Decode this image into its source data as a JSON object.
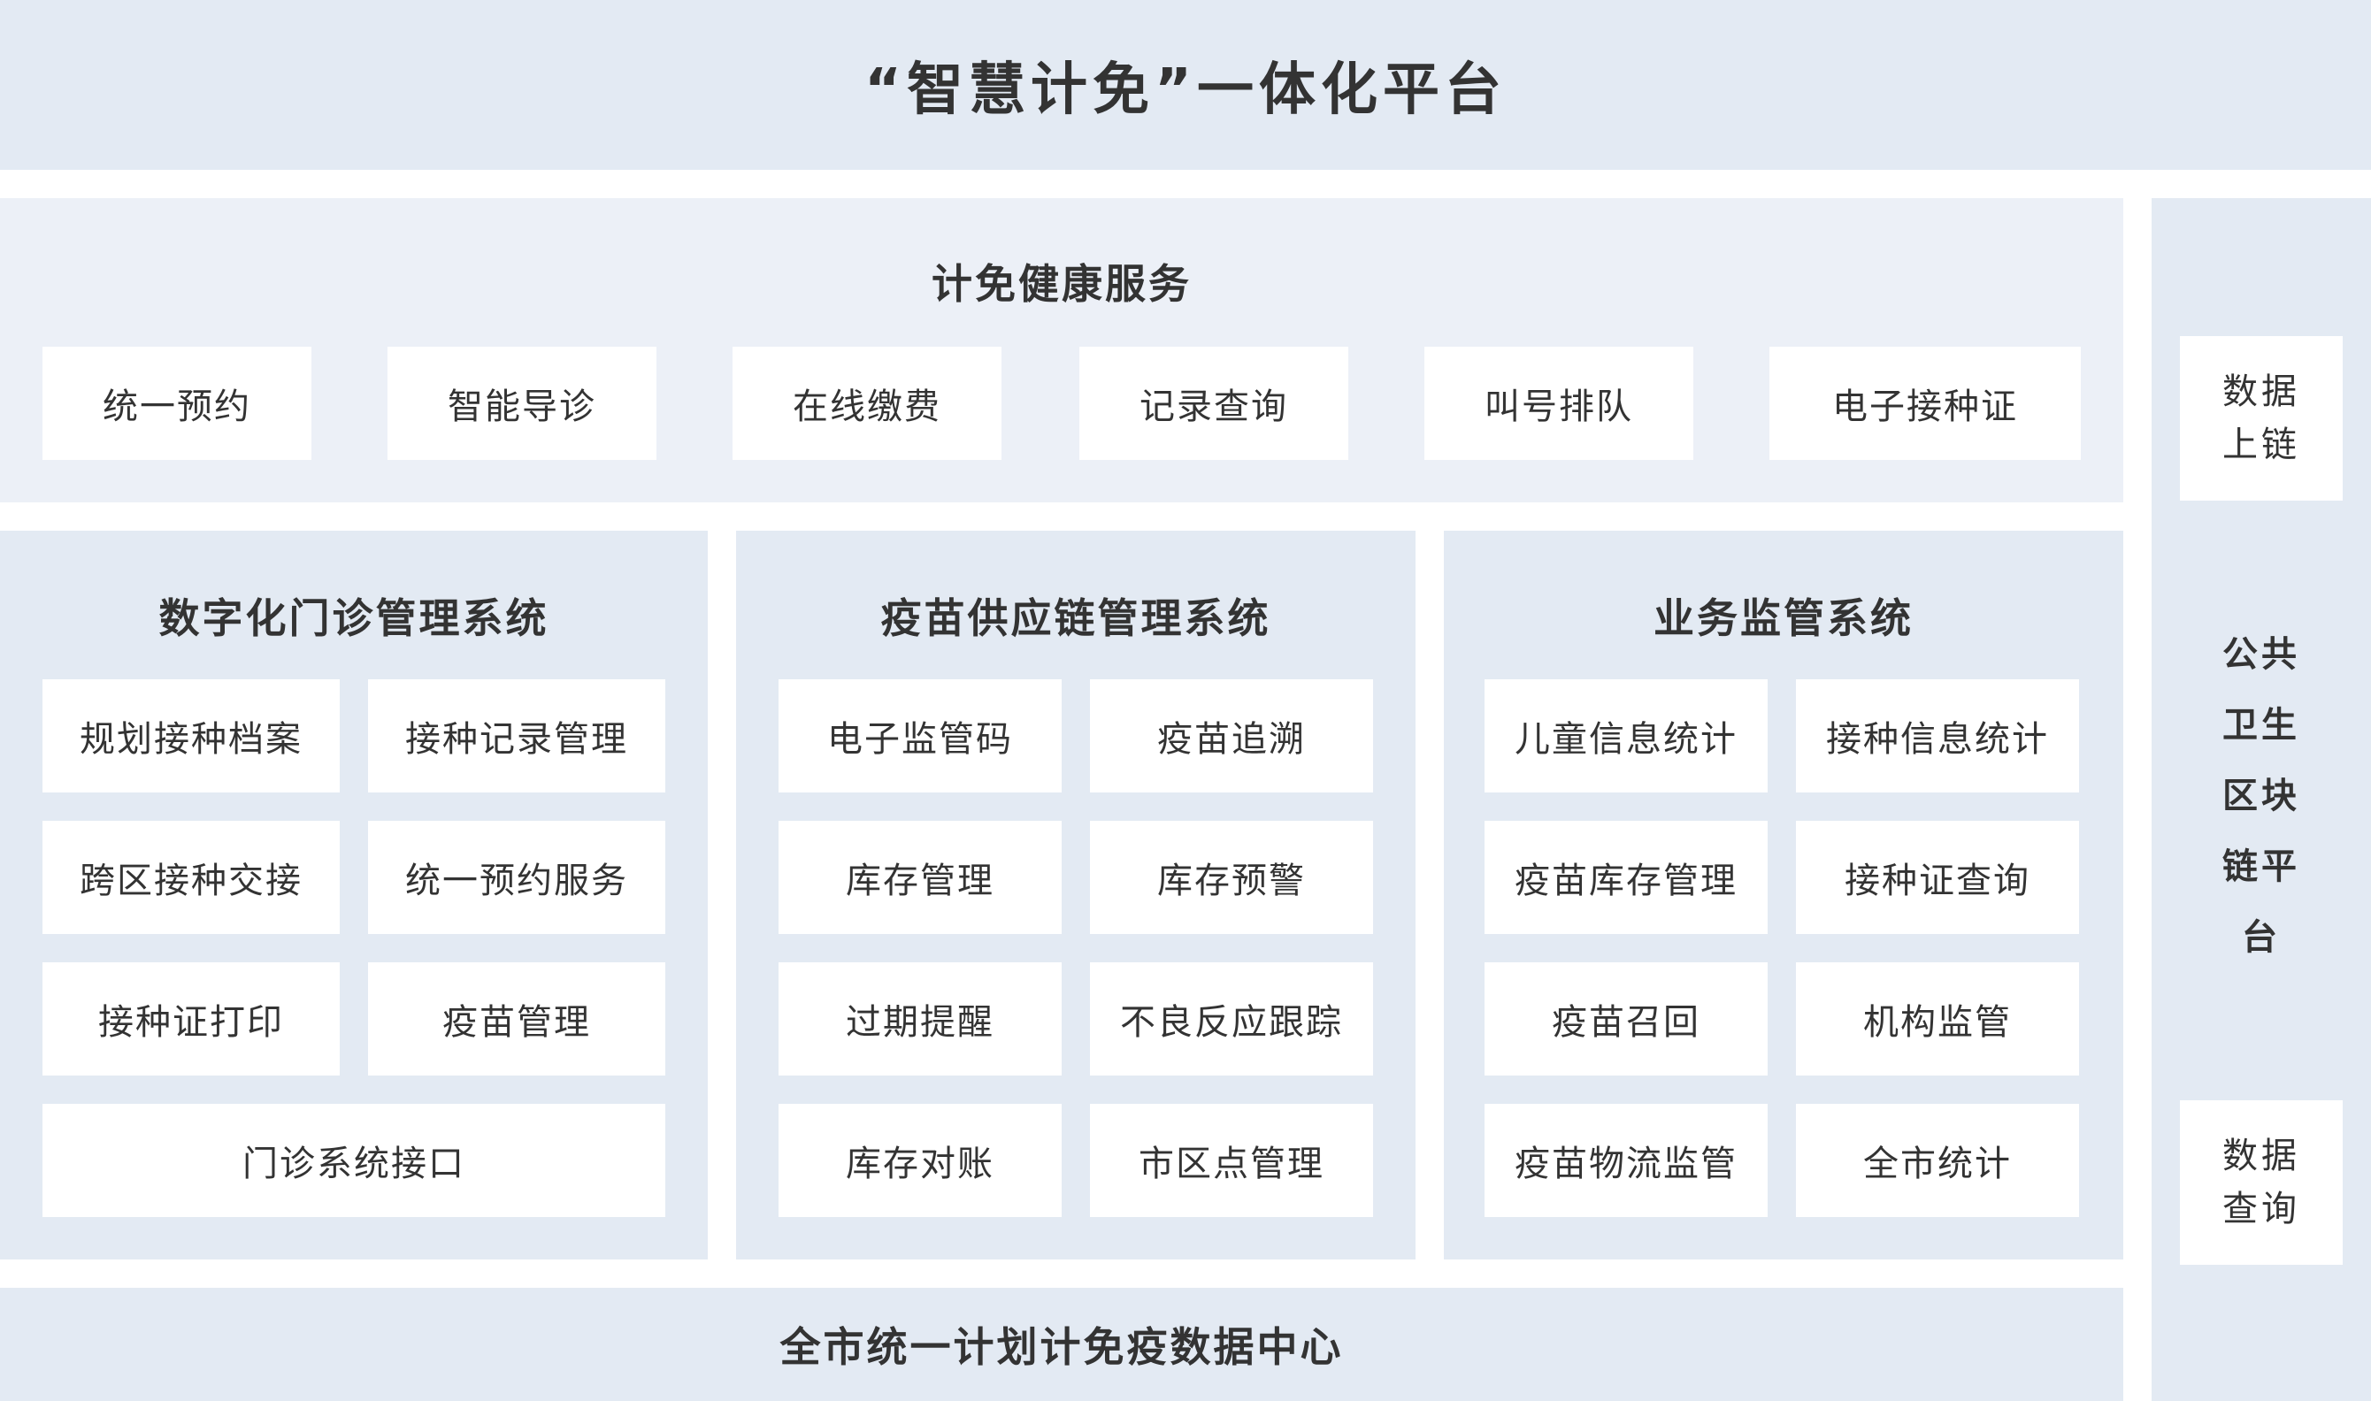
{
  "platform_title": "“智慧计免”一体化平台",
  "health_service": {
    "title": "计免健康服务",
    "items": [
      "统一预约",
      "智能导诊",
      "在线缴费",
      "记录查询",
      "叫号排队",
      "电子接种证"
    ]
  },
  "outpatient": {
    "title": "数字化门诊管理系统",
    "items": [
      "规划接种档案",
      "接种记录管理",
      "跨区接种交接",
      "统一预约服务",
      "接种证打印",
      "疫苗管理"
    ],
    "interface": "门诊系统接口"
  },
  "supply_chain": {
    "title": "疫苗供应链管理系统",
    "items": [
      "电子监管码",
      "疫苗追溯",
      "库存管理",
      "库存预警",
      "过期提醒",
      "不良反应跟踪",
      "库存对账",
      "市区点管理"
    ]
  },
  "supervision": {
    "title": "业务监管系统",
    "items": [
      "儿童信息统计",
      "接种信息统计",
      "疫苗库存管理",
      "接种证查询",
      "疫苗召回",
      "机构监管",
      "疫苗物流监管",
      "全市统计"
    ]
  },
  "data_center": "全市统一计划计免疫数据中心",
  "blockchain": {
    "upload": [
      "数据",
      "上链"
    ],
    "platform": [
      "公共",
      "卫生",
      "区块",
      "链平",
      "台"
    ],
    "query": [
      "数据",
      "查询"
    ]
  },
  "colors": {
    "panel": "#e3eaf3",
    "panel_light": "#ecf0f7",
    "box": "#ffffff",
    "text": "#333333"
  }
}
